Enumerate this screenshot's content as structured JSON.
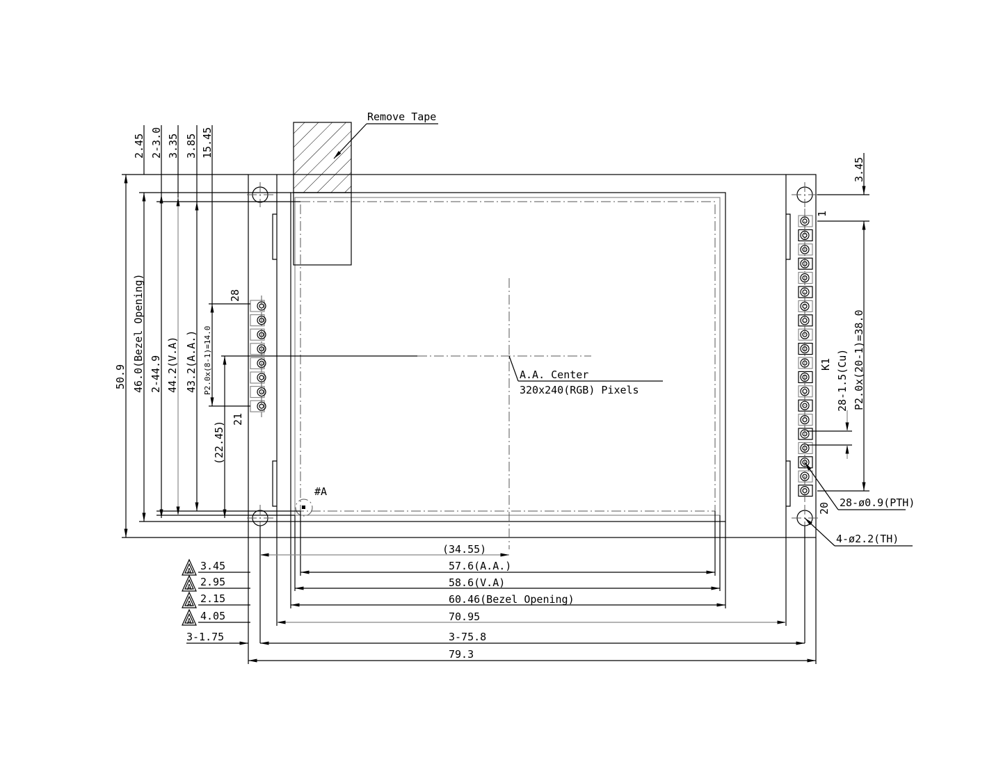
{
  "callouts": {
    "remove_tape": "Remove Tape",
    "aa_center": "A.A. Center",
    "pixels": "320x240(RGB) Pixels",
    "mark_a": "#A",
    "pth": "28-ø0.9(PTH)",
    "th": "4-ø2.2(TH)",
    "k1": "K1",
    "pin_first": "1",
    "pin_last": "20",
    "left_pin_28": "28",
    "left_pin_21": "21"
  },
  "left_dims": {
    "d50_9": "50.9",
    "d46_0": "46.0(Bezel Opening)",
    "d2_44_9": "2-44.9",
    "d44_2": "44.2(V.A)",
    "d43_2": "43.2(A.A.)",
    "pitch8": "P2.0x(8-1)=14.0",
    "d22_45": "(22.45)"
  },
  "top_dims": [
    "2.45",
    "2-3.0",
    "3.35",
    "3.85",
    "15.45"
  ],
  "right_dims": {
    "d3_45": "3.45",
    "cu": "28-1.5(Cu)",
    "pitch20": "P2.0x(20-1)=38.0"
  },
  "bottom_dims": {
    "d34_55": "(34.55)",
    "d57_6": "57.6(A.A.)",
    "d58_6": "58.6(V.A)",
    "d60_46": "60.46(Bezel Opening)",
    "d70_95": "70.95",
    "d3_75_8": "3-75.8",
    "d79_3": "79.3"
  },
  "offset_dims": {
    "rev_symbol": "A",
    "items": [
      "3.45",
      "2.95",
      "2.15",
      "4.05"
    ],
    "d3_1_75": "3-1.75"
  }
}
